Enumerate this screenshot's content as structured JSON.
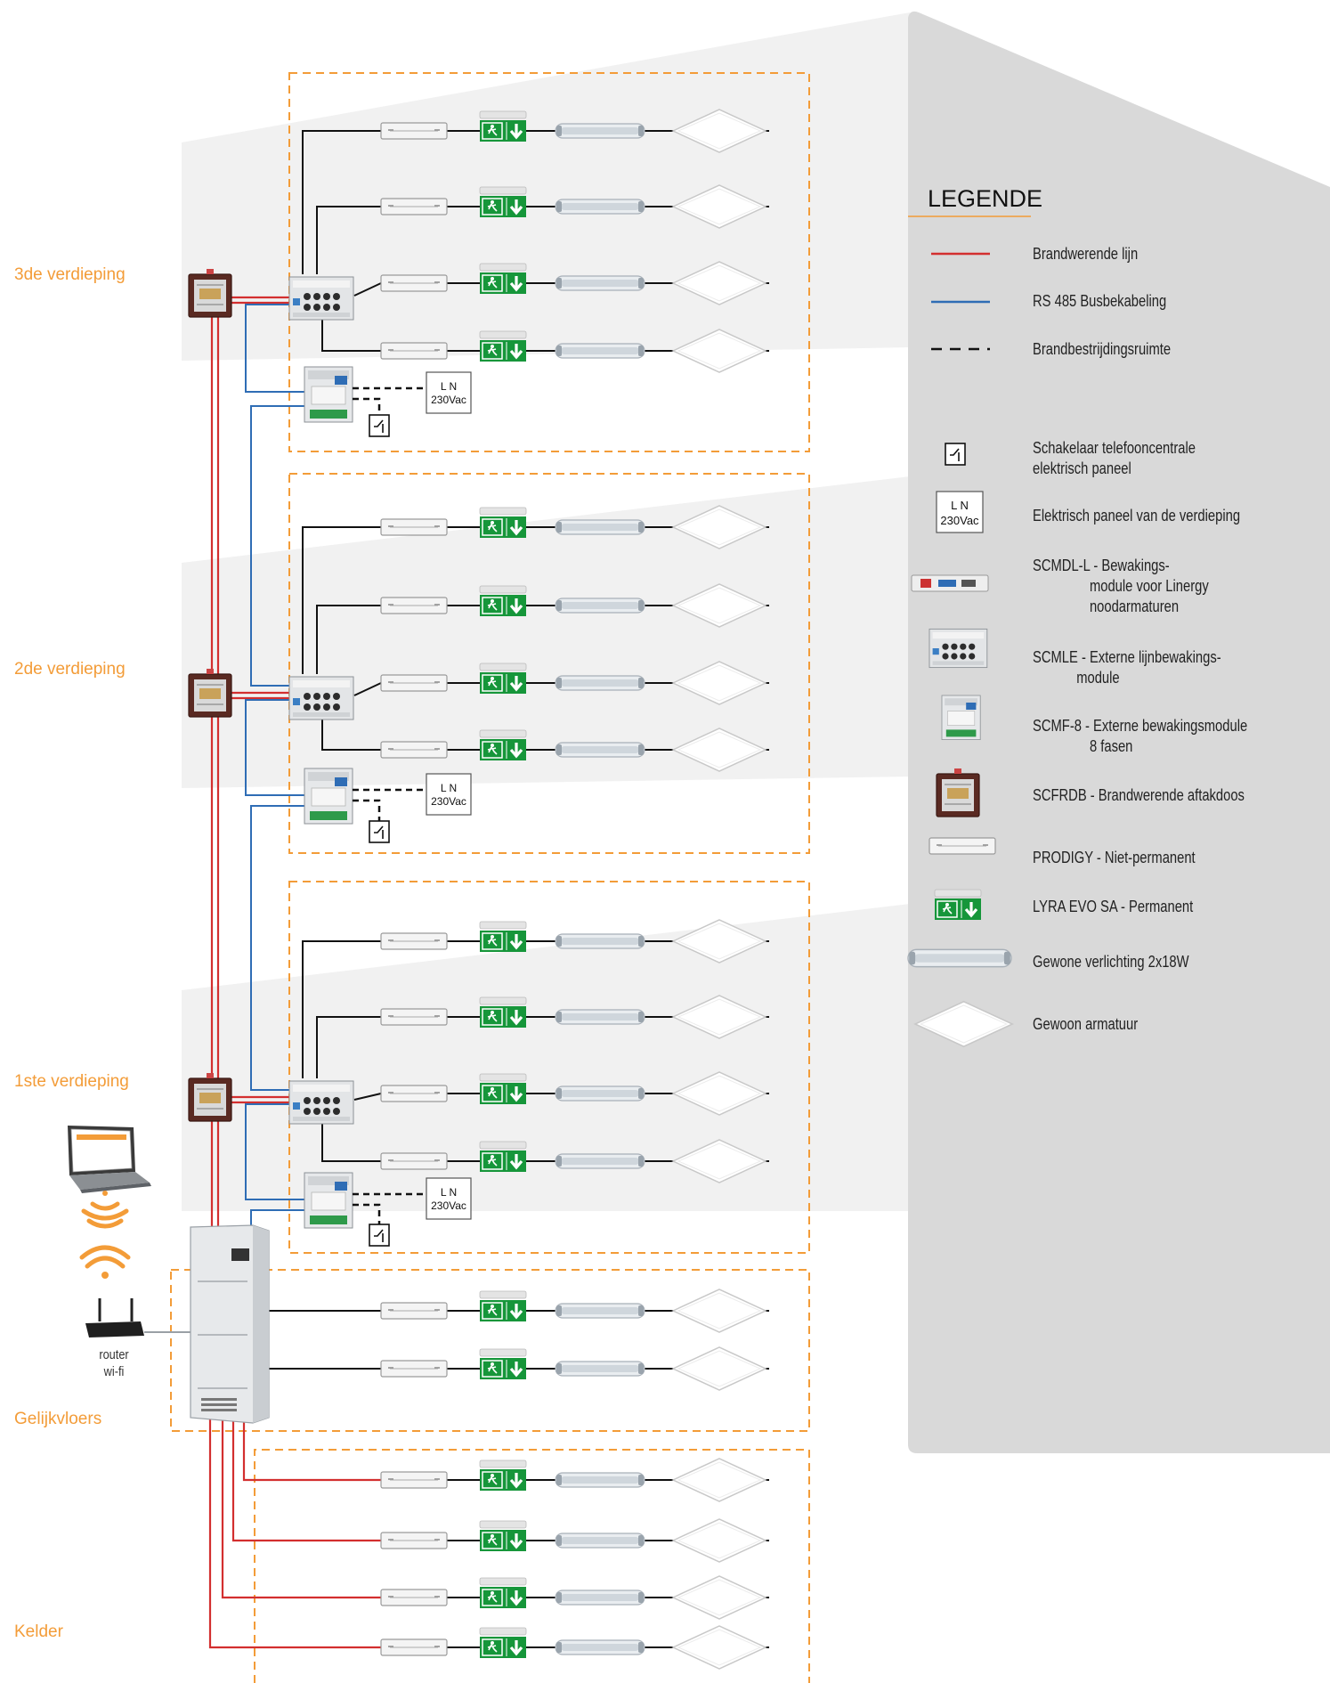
{
  "floors": [
    {
      "key": "f3",
      "label": "3de verdieping"
    },
    {
      "key": "f2",
      "label": "2de verdieping"
    },
    {
      "key": "f1",
      "label": "1ste verdieping"
    },
    {
      "key": "gv",
      "label": "Gelijkvloers"
    },
    {
      "key": "kd",
      "label": "Kelder"
    }
  ],
  "panel_box": {
    "line1": "L N",
    "line2": "230Vac"
  },
  "router": {
    "line1": "router",
    "line2": "wi-fi"
  },
  "legend": {
    "title": "LEGENDE",
    "items": [
      {
        "icon": "red-line",
        "text": "Brandwerende lijn"
      },
      {
        "icon": "blue-line",
        "text": "RS 485 Busbekabeling"
      },
      {
        "icon": "dashed-line",
        "text": "Brandbestrijdingsruimte"
      },
      {
        "icon": "switch-icon",
        "text1": "Schakelaar telefooncentrale",
        "text2": "elektrisch paneel"
      },
      {
        "icon": "panel-box-icon",
        "text1": "Elektrisch paneel van de verdieping"
      },
      {
        "icon": "scmdl-module-icon",
        "text1": "SCMDL-L - Bewakings-",
        "text2": "module voor Linergy",
        "text3": "noodarmaturen"
      },
      {
        "icon": "scmle-module-icon",
        "text1": "SCMLE - Externe lijnbewakings-",
        "text2": "module"
      },
      {
        "icon": "scmf-module-icon",
        "text1": "SCMF-8 - Externe bewakingsmodule",
        "text2": "8 fasen"
      },
      {
        "icon": "scfrdb-box-icon",
        "text1": "SCFRDB - Brandwerende aftakdoos"
      },
      {
        "icon": "prodigy-icon",
        "text1": "PRODIGY - Niet-permanent"
      },
      {
        "icon": "lyra-exit-sign-icon",
        "text1": "LYRA EVO SA - Permanent"
      },
      {
        "icon": "tube-light-icon",
        "text1": "Gewone verlichting 2x18W"
      },
      {
        "icon": "panel-light-icon",
        "text1": "Gewoon armatuur"
      }
    ]
  },
  "colors": {
    "fire_line": "#d32f2f",
    "bus_line": "#2f6db5",
    "zone_dash": "#f39c38",
    "floor_label": "#f39c38",
    "legend_panel": "#d9d9d9",
    "exit_green": "#1a9a3c"
  }
}
